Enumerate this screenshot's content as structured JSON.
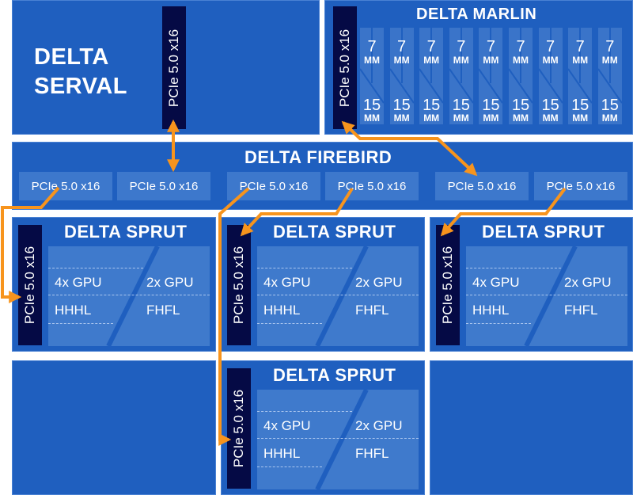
{
  "serval": {
    "title_line1": "DELTA",
    "title_line2": "SERVAL",
    "port": "PCIe 5.0 x16"
  },
  "marlin": {
    "title": "DELTA MARLIN",
    "port": "PCIe 5.0 x16",
    "bays": [
      {
        "top_num": "7",
        "top_unit": "MM",
        "bottom_num": "15",
        "bottom_unit": "MM"
      },
      {
        "top_num": "7",
        "top_unit": "MM",
        "bottom_num": "15",
        "bottom_unit": "MM"
      },
      {
        "top_num": "7",
        "top_unit": "MM",
        "bottom_num": "15",
        "bottom_unit": "MM"
      },
      {
        "top_num": "7",
        "top_unit": "MM",
        "bottom_num": "15",
        "bottom_unit": "MM"
      },
      {
        "top_num": "7",
        "top_unit": "MM",
        "bottom_num": "15",
        "bottom_unit": "MM"
      },
      {
        "top_num": "7",
        "top_unit": "MM",
        "bottom_num": "15",
        "bottom_unit": "MM"
      },
      {
        "top_num": "7",
        "top_unit": "MM",
        "bottom_num": "15",
        "bottom_unit": "MM"
      },
      {
        "top_num": "7",
        "top_unit": "MM",
        "bottom_num": "15",
        "bottom_unit": "MM"
      },
      {
        "top_num": "7",
        "top_unit": "MM",
        "bottom_num": "15",
        "bottom_unit": "MM"
      }
    ]
  },
  "firebird": {
    "title": "DELTA FIREBIRD",
    "ports": [
      "PCIe 5.0 x16",
      "PCIe 5.0 x16",
      "PCIe 5.0 x16",
      "PCIe 5.0 x16",
      "PCIe 5.0 x16",
      "PCIe 5.0 x16"
    ]
  },
  "sprouts": [
    {
      "title": "DELTA SPRUT",
      "port": "PCIe 5.0 x16",
      "left_count": "4x GPU",
      "left_type": "HHHL",
      "right_count": "2x GPU",
      "right_type": "FHFL"
    },
    {
      "title": "DELTA SPRUT",
      "port": "PCIe 5.0 x16",
      "left_count": "4x GPU",
      "left_type": "HHHL",
      "right_count": "2x GPU",
      "right_type": "FHFL"
    },
    {
      "title": "DELTA SPRUT",
      "port": "PCIe 5.0 x16",
      "left_count": "4x GPU",
      "left_type": "HHHL",
      "right_count": "2x GPU",
      "right_type": "FHFL"
    },
    {
      "title": "DELTA SPRUT",
      "port": "PCIe 5.0 x16",
      "left_count": "4x GPU",
      "left_type": "HHHL",
      "right_count": "2x GPU",
      "right_type": "FHFL"
    }
  ],
  "colors": {
    "panel": "#1f5fbf",
    "port_dark": "#050a45",
    "port_light": "#3d78cc",
    "connector": "#f7941d"
  }
}
